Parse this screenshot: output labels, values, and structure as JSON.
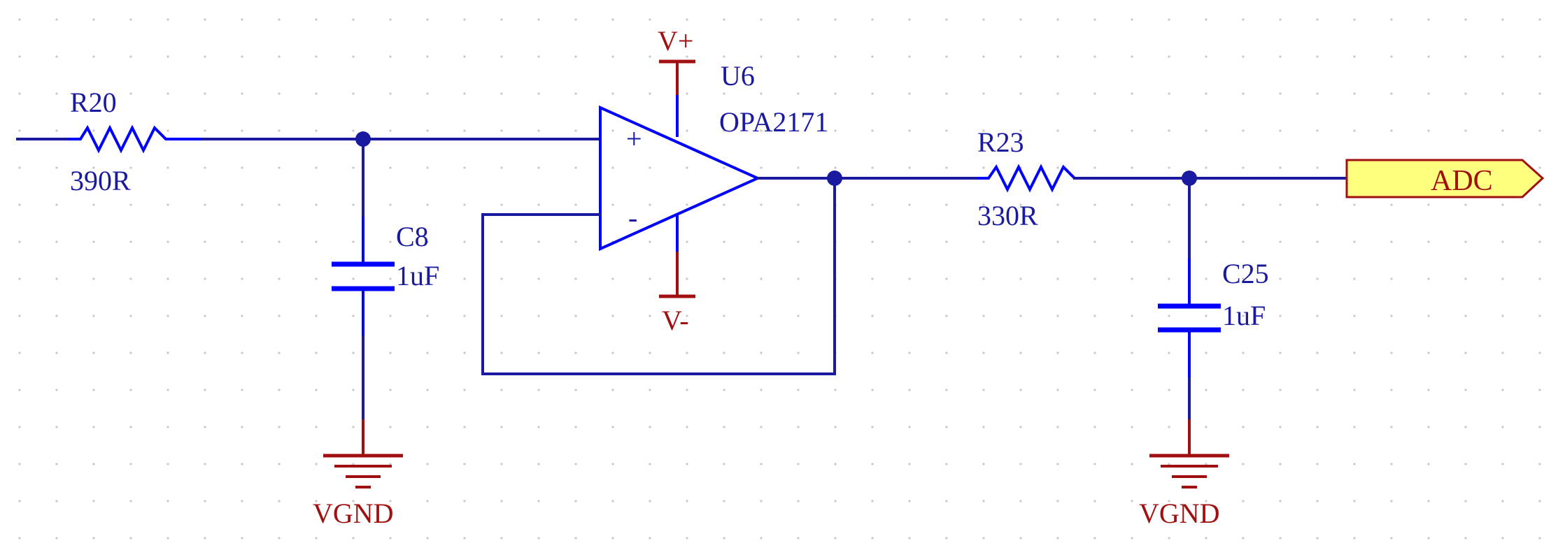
{
  "components": {
    "r20": {
      "ref": "R20",
      "value": "390R"
    },
    "c8": {
      "ref": "C8",
      "value": "1uF"
    },
    "u6": {
      "ref": "U6",
      "value": "OPA2171",
      "plus": "+",
      "minus": "-"
    },
    "r23": {
      "ref": "R23",
      "value": "330R"
    },
    "c25": {
      "ref": "C25",
      "value": "1uF"
    }
  },
  "power": {
    "vplus": "V+",
    "vminus": "V-",
    "gnd_left": "VGND",
    "gnd_right": "VGND"
  },
  "ports": {
    "adc": "ADC"
  },
  "colors": {
    "wire": "#1a1aa0",
    "pin": "#0000ff",
    "power": "#a01010",
    "port_fill": "#ffff80",
    "port_stroke": "#a01010",
    "label": "#1a1aa0",
    "grid": "#c8c8c8"
  }
}
